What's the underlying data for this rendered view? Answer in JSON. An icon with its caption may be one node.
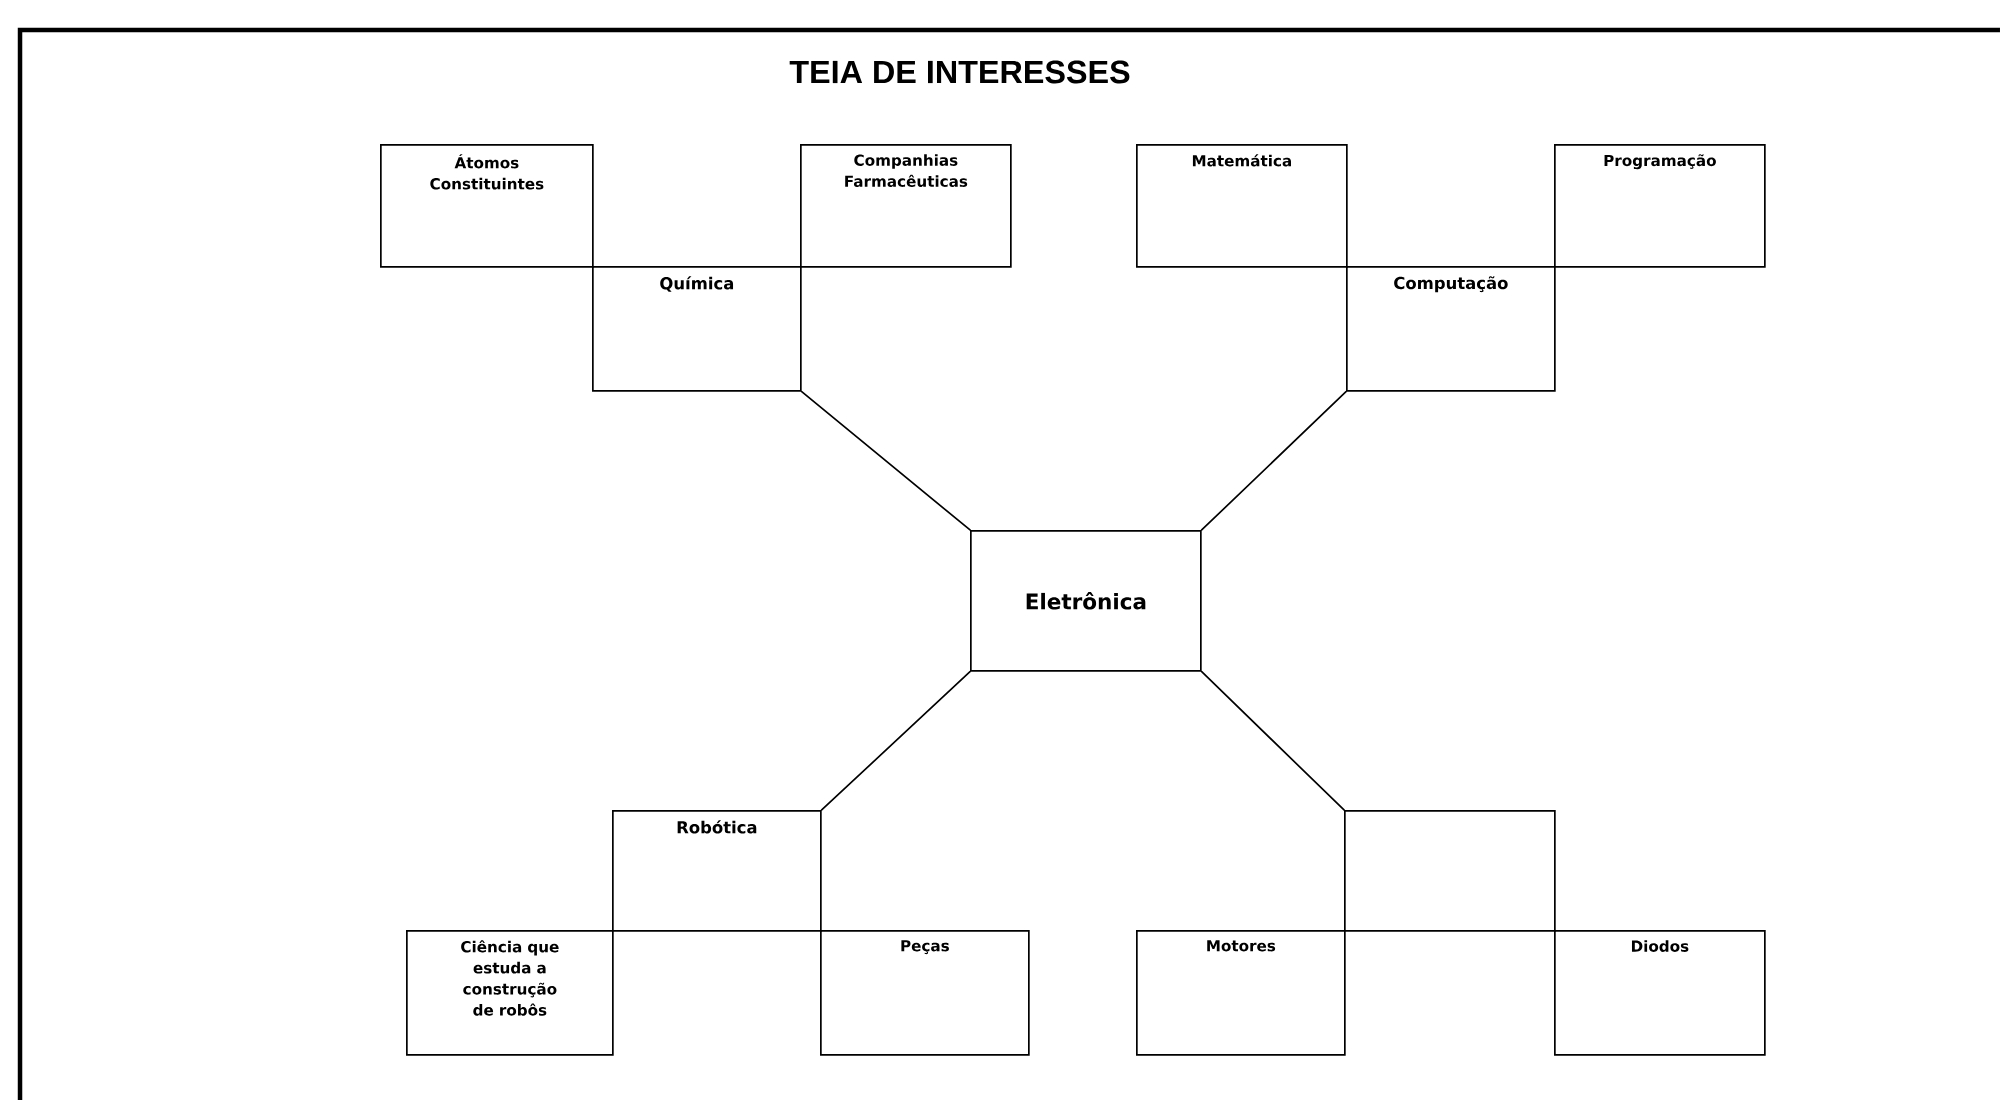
{
  "diagram": {
    "title": "TEIA DE INTERESSES",
    "nodes": [
      {
        "text": [
          "Átomos Constituintes"
        ]
      },
      {
        "text": [
          "Companhias Farmacêuticas"
        ]
      },
      {
        "text": [
          "Matemática"
        ]
      },
      {
        "text": [
          "Programação"
        ]
      },
      {
        "text": [
          "Química"
        ]
      },
      {
        "text": [
          "Computação"
        ]
      },
      {
        "text": [
          "Eletrônica"
        ]
      },
      {
        "text": [
          "Robótica"
        ]
      },
      {
        "text": [],
        "shape": "box"
      },
      {
        "text": [
          "Ciência que estuda a construção de robôs"
        ]
      },
      {
        "text": [
          "Peças"
        ]
      },
      {
        "text": [
          "Motores"
        ]
      },
      {
        "text": [
          "Diodos"
        ]
      }
    ],
    "edges": [
      {
        "from": 6,
        "to": 4,
        "arrow": "none"
      },
      {
        "from": 6,
        "to": 5,
        "arrow": "none"
      },
      {
        "from": 6,
        "to": 7,
        "arrow": "none"
      },
      {
        "from": 6,
        "to": 8,
        "arrow": "none"
      }
    ]
  }
}
